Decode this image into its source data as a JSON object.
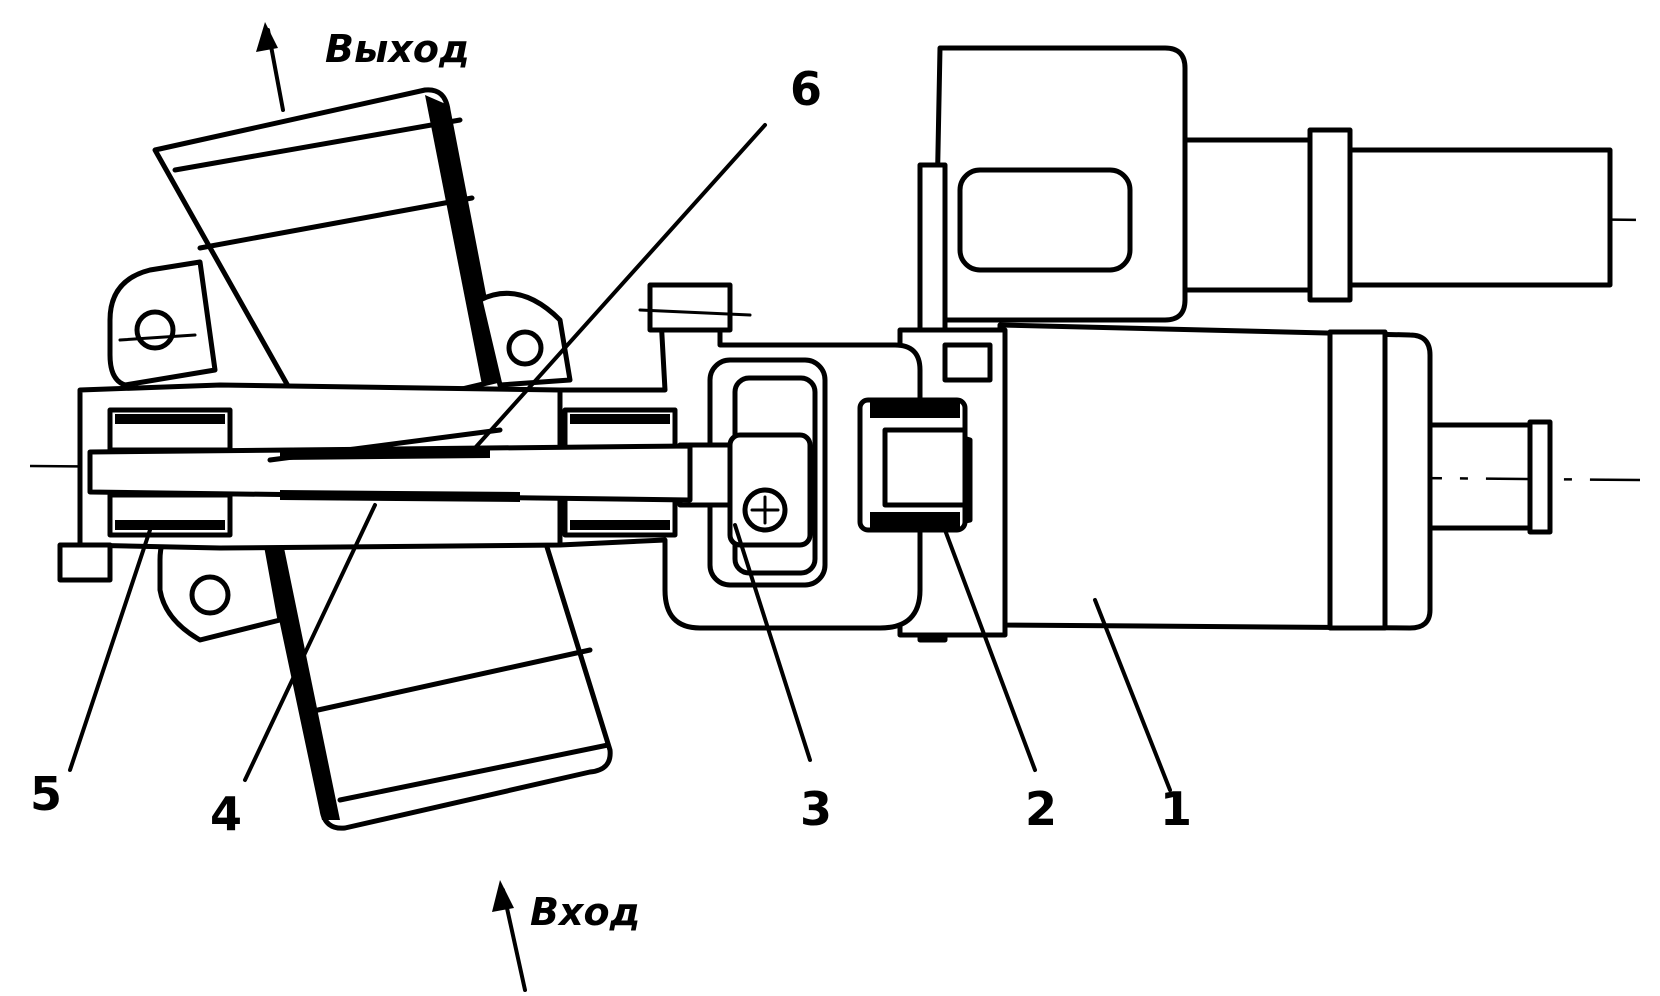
{
  "labels": {
    "outlet": "Выход",
    "inlet": "Вход",
    "part1": "1",
    "part2": "2",
    "part3": "3",
    "part4": "4",
    "part5": "5",
    "part6": "6"
  }
}
